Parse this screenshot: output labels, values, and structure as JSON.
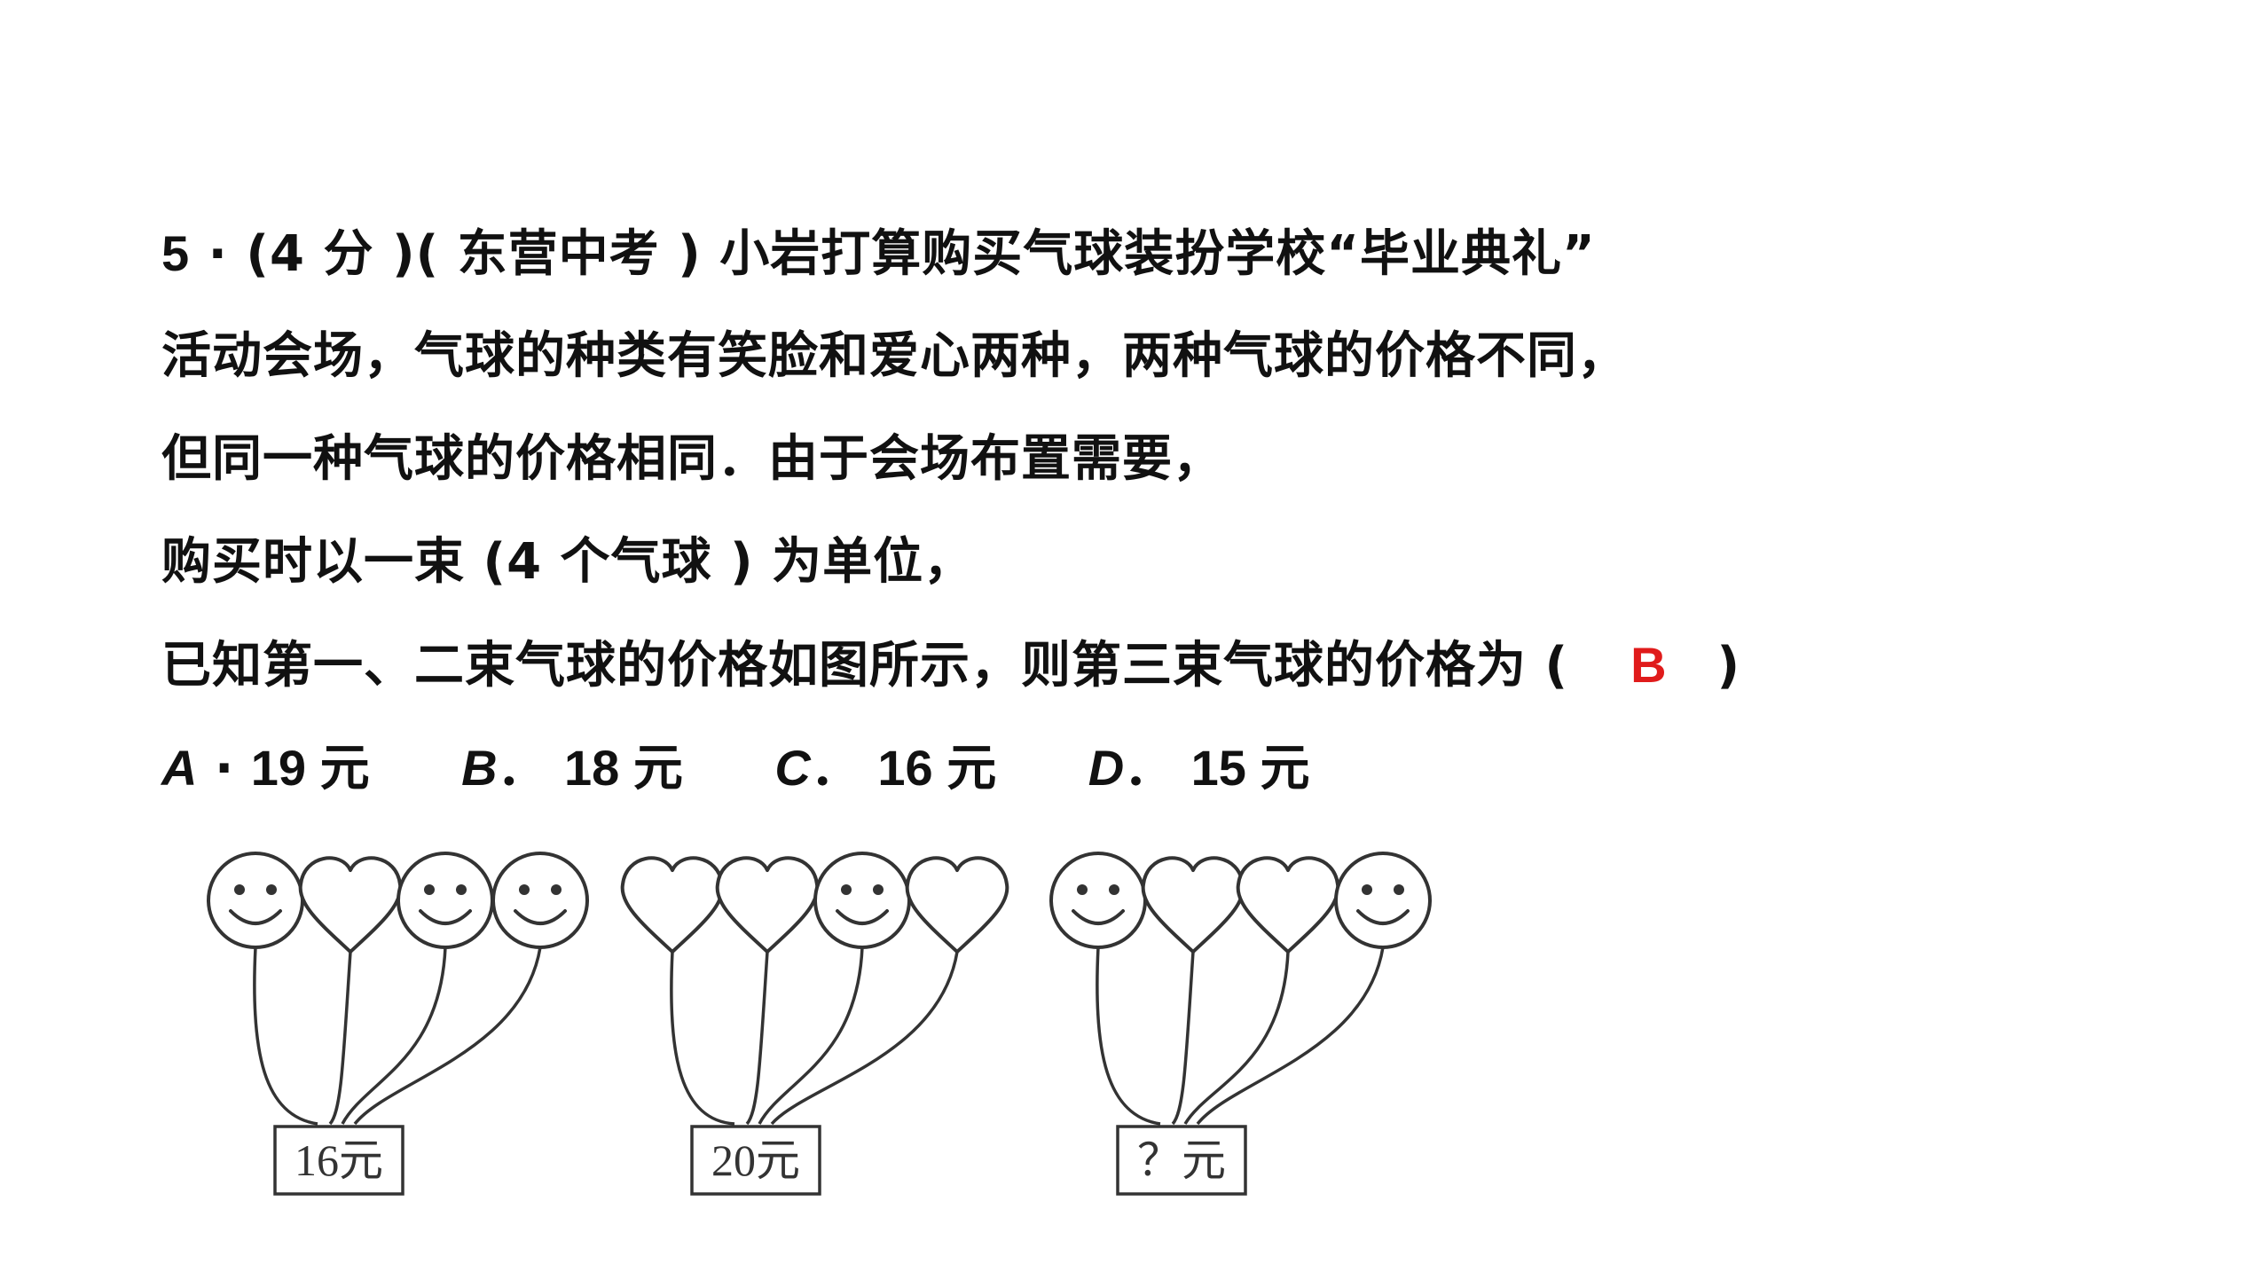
{
  "question": {
    "line1": {
      "num": "5",
      "sep": " · ",
      "score": "(4 分 )( 东营中考 ) ",
      "text": "小岩打算购买气球装扮学校“毕业典礼”"
    },
    "line2": "活动会场，气球的种类有笑脸和爱心两种，两种气球的价格不同，",
    "line3": "但同一种气球的价格相同．由于会场布置需要，",
    "line4": "购买时以一束 (4 个气球 ) 为单位，",
    "line5": {
      "text": "已知第一、二束气球的价格如图所示，则第三束气球的价格为 (",
      "answer": "B",
      "close": ")"
    }
  },
  "options": [
    {
      "letter": "A",
      "sep": " · ",
      "value": "19 元"
    },
    {
      "letter": "B",
      "sep": "． ",
      "value": "18 元"
    },
    {
      "letter": "C",
      "sep": "． ",
      "value": "16 元"
    },
    {
      "letter": "D",
      "sep": "． ",
      "value": "15 元"
    }
  ],
  "figure": {
    "bunches": [
      {
        "balloons": [
          "smiley-icon",
          "heart-icon",
          "smiley-icon",
          "smiley-icon"
        ],
        "price_label": "16元"
      },
      {
        "balloons": [
          "heart-icon",
          "heart-icon",
          "smiley-icon",
          "heart-icon"
        ],
        "price_label": "20元"
      },
      {
        "balloons": [
          "smiley-icon",
          "heart-icon",
          "heart-icon",
          "smiley-icon"
        ],
        "price_label": "？元"
      }
    ]
  },
  "colors": {
    "answer": "#e01b1b",
    "text": "#111111",
    "line_art": "#333333"
  }
}
